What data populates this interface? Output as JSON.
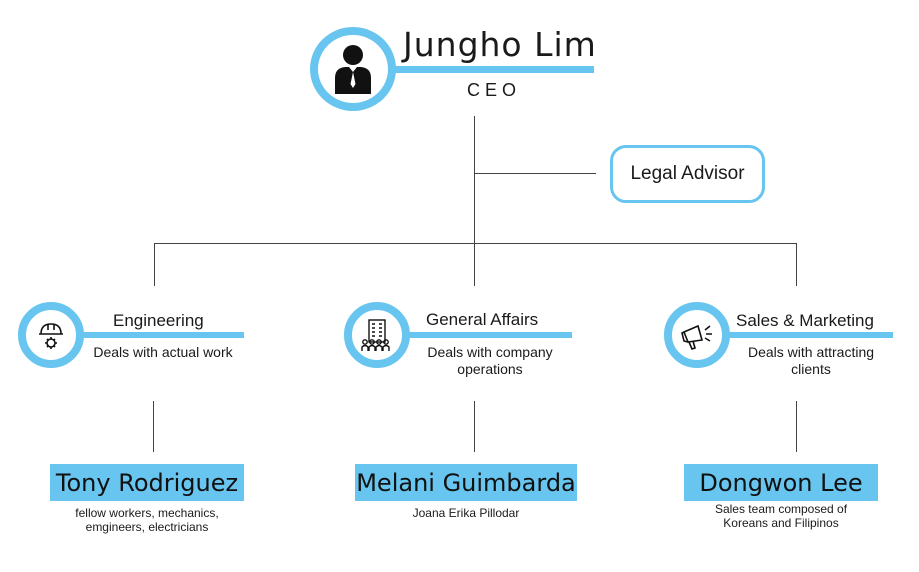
{
  "ceo": {
    "name": "Jungho Lim",
    "title": "CEO"
  },
  "legal_advisor": "Legal Advisor",
  "departments": [
    {
      "name": "Engineering",
      "description": "Deals with actual work",
      "icon": "hard-hat-gear-icon",
      "head": "Tony Rodriguez",
      "team": [
        "fellow workers, mechanics,",
        "emgineers, electricians"
      ]
    },
    {
      "name": "General Affairs",
      "description": [
        "Deals with company",
        "operations"
      ],
      "icon": "office-building-people-icon",
      "head": "Melani Guimbarda",
      "team": [
        "Joana Erika Pillodar"
      ]
    },
    {
      "name": "Sales & Marketing",
      "description": [
        "Deals with attracting",
        "clients"
      ],
      "icon": "megaphone-icon",
      "head": "Dongwon Lee",
      "team": [
        "Sales team composed of",
        "Koreans and Filipinos"
      ]
    }
  ],
  "colors": {
    "accent": "#67c5ef",
    "line": "#444444"
  }
}
